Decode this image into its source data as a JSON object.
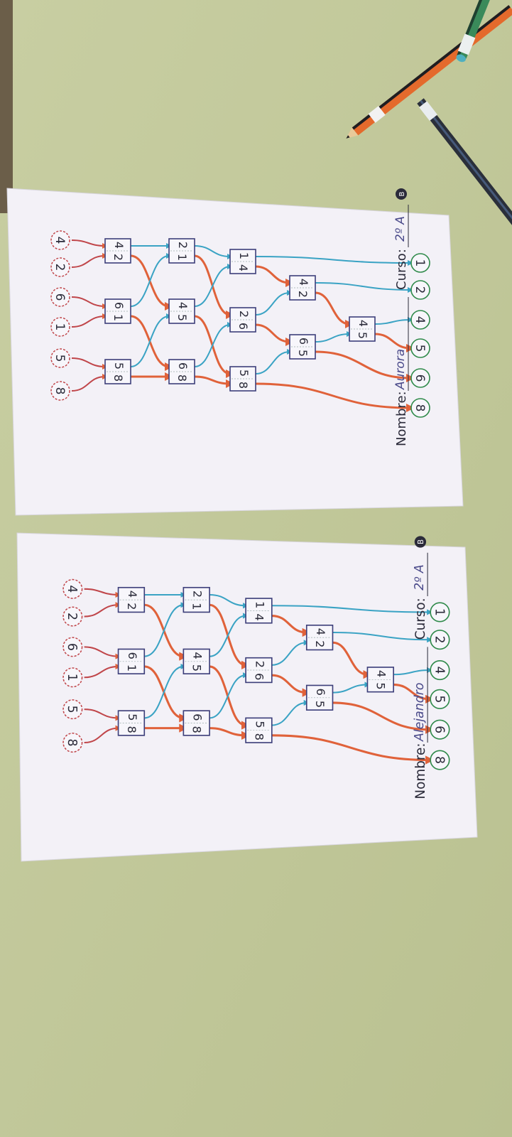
{
  "photo": {
    "description_colors": {
      "table": "#c2c89a",
      "paper": "#f2f0f6",
      "red_path": "#e0623a",
      "blue_path": "#3aa3c4",
      "box_stroke": "#3d3f7a",
      "input_circle": "#c0464a",
      "output_circle": "#2f8a4a",
      "ink": "#2b2b3a"
    }
  },
  "sheets": [
    {
      "inputs": [
        "4",
        "2",
        "6",
        "1",
        "5",
        "8"
      ],
      "outputs": [
        "1",
        "2",
        "4",
        "5",
        "6",
        "8"
      ],
      "boxes": [
        {
          "id": "a1",
          "top": "4",
          "bottom": "2"
        },
        {
          "id": "a2",
          "top": "6",
          "bottom": "1"
        },
        {
          "id": "a3",
          "top": "5",
          "bottom": "8"
        },
        {
          "id": "b1",
          "top": "2",
          "bottom": "1"
        },
        {
          "id": "b2",
          "top": "4",
          "bottom": "5"
        },
        {
          "id": "b3",
          "top": "6",
          "bottom": "8"
        },
        {
          "id": "c1",
          "top": "1",
          "bottom": "4"
        },
        {
          "id": "c2",
          "top": "2",
          "bottom": "6"
        },
        {
          "id": "c3",
          "top": "5",
          "bottom": "8"
        },
        {
          "id": "d1",
          "top": "4",
          "bottom": "2"
        },
        {
          "id": "d2",
          "top": "6",
          "bottom": "5"
        },
        {
          "id": "e1",
          "top": "4",
          "bottom": "5"
        }
      ],
      "name_label": "Nombre:",
      "name_value": "Aurora",
      "course_label": "Curso:",
      "course_value": "2º A",
      "version_badge": "B"
    },
    {
      "inputs": [
        "4",
        "2",
        "6",
        "1",
        "5",
        "8"
      ],
      "outputs": [
        "1",
        "2",
        "4",
        "5",
        "6",
        "8"
      ],
      "boxes": [
        {
          "id": "a1",
          "top": "4",
          "bottom": "2"
        },
        {
          "id": "a2",
          "top": "6",
          "bottom": "1"
        },
        {
          "id": "a3",
          "top": "5",
          "bottom": "8"
        },
        {
          "id": "b1",
          "top": "2",
          "bottom": "1"
        },
        {
          "id": "b2",
          "top": "4",
          "bottom": "5"
        },
        {
          "id": "b3",
          "top": "6",
          "bottom": "8"
        },
        {
          "id": "c1",
          "top": "1",
          "bottom": "4"
        },
        {
          "id": "c2",
          "top": "2",
          "bottom": "6"
        },
        {
          "id": "c3",
          "top": "5",
          "bottom": "8"
        },
        {
          "id": "d1",
          "top": "4",
          "bottom": "2"
        },
        {
          "id": "d2",
          "top": "6",
          "bottom": "5"
        },
        {
          "id": "e1",
          "top": "4",
          "bottom": "5"
        }
      ],
      "name_label": "Nombre:",
      "name_value": "Alejandro",
      "course_label": "Curso:",
      "course_value": "2º A",
      "version_badge": "B"
    }
  ]
}
